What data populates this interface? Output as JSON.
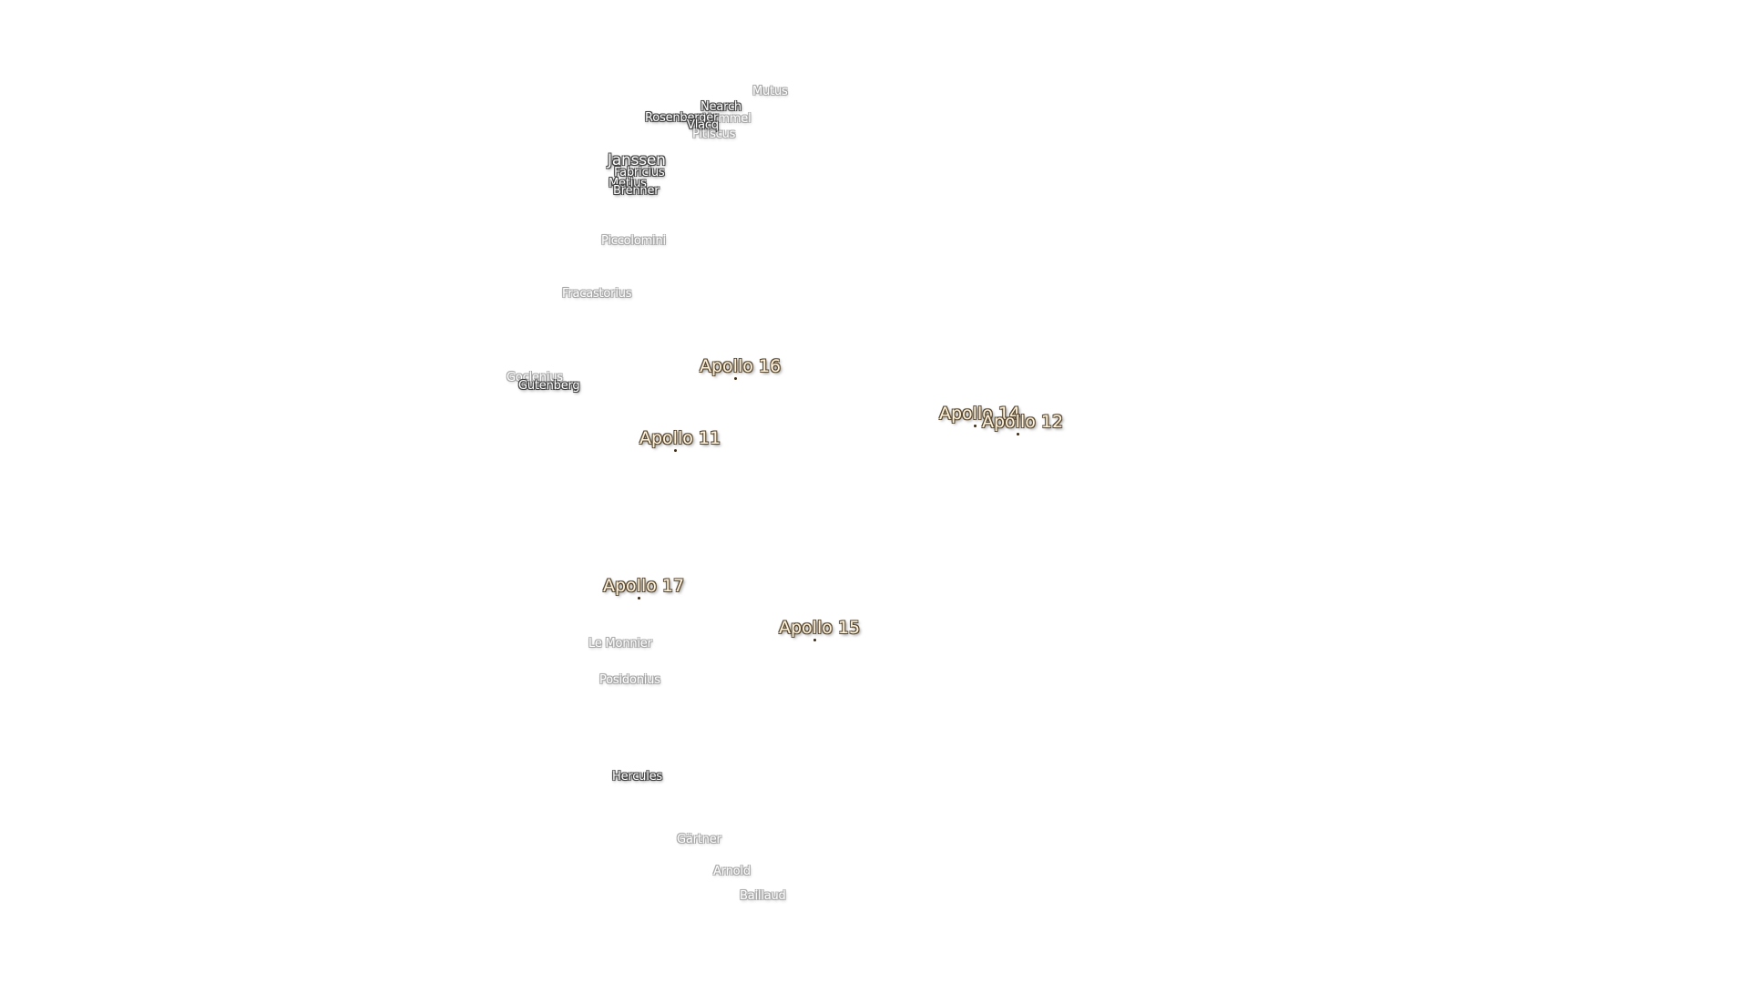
{
  "apollo_sites": [
    {
      "id": "apollo-16",
      "label": "Apollo 16"
    },
    {
      "id": "apollo-14",
      "label": "Apollo 14"
    },
    {
      "id": "apollo-12",
      "label": "Apollo 12"
    },
    {
      "id": "apollo-11",
      "label": "Apollo 11"
    },
    {
      "id": "apollo-17",
      "label": "Apollo 17"
    },
    {
      "id": "apollo-15",
      "label": "Apollo 15"
    }
  ],
  "craters": [
    {
      "id": "mutus",
      "label": "Mutus"
    },
    {
      "id": "nearch",
      "label": "Nearch"
    },
    {
      "id": "rosenberger",
      "label": "Rosenberger"
    },
    {
      "id": "hommel",
      "label": "Hommel"
    },
    {
      "id": "vlacq",
      "label": "Vlacq"
    },
    {
      "id": "pitiscus",
      "label": "Pitiscus"
    },
    {
      "id": "janssen",
      "label": "Janssen"
    },
    {
      "id": "fabricius",
      "label": "Fabricius"
    },
    {
      "id": "metius",
      "label": "Metius"
    },
    {
      "id": "brenner",
      "label": "Brenner"
    },
    {
      "id": "piccolomini",
      "label": "Piccolomini"
    },
    {
      "id": "fracastorius",
      "label": "Fracastorius"
    },
    {
      "id": "goclenius",
      "label": "Goclenius"
    },
    {
      "id": "gutenberg",
      "label": "Gutenberg"
    },
    {
      "id": "le-monnier",
      "label": "Le Monnier"
    },
    {
      "id": "posidonius",
      "label": "Posidonius"
    },
    {
      "id": "hercules",
      "label": "Hercules"
    },
    {
      "id": "gartner",
      "label": "Gärtner"
    },
    {
      "id": "arnold",
      "label": "Arnold"
    },
    {
      "id": "baillaud",
      "label": "Baillaud"
    }
  ]
}
